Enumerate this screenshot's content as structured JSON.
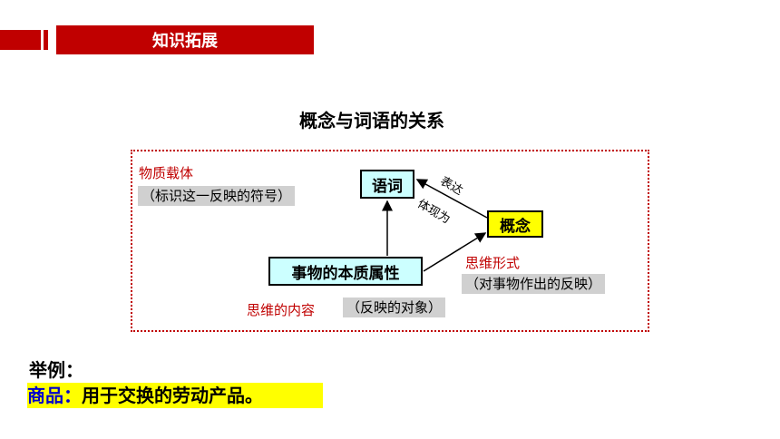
{
  "header": {
    "banner": "知识拓展"
  },
  "title": "概念与词语的关系",
  "diagram": {
    "material_carrier": "物质载体",
    "material_carrier_note": "（标识这一反映的符号）",
    "words": "语词",
    "concept": "概念",
    "essence": "事物的本质属性",
    "express": "表达",
    "embody": "体现为",
    "thinking_form": "思维形式",
    "thinking_form_note": "（对事物作出的反映）",
    "thinking_content": "思维的内容",
    "thinking_content_note": "（反映的对象）"
  },
  "example": {
    "heading": "举例：",
    "term": "商品：",
    "definition": "用于交换的劳动产品。"
  },
  "colors": {
    "accent": "#c00000",
    "box_fill": "#ccffff",
    "highlight": "#ffff00",
    "term": "#0000cc"
  }
}
